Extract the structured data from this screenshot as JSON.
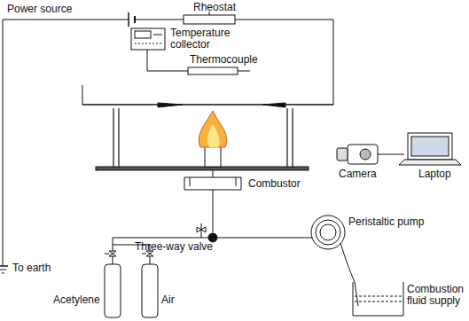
{
  "diagram": {
    "labels": [
      "Power source",
      "Rheostat",
      "Temperature collector",
      "Thermocouple",
      "Camera",
      "Laptop",
      "Combustor",
      "To earth",
      "Three-way valve",
      "Peristaltic pump",
      "Acetylene",
      "Air",
      "Combustion fluid supply"
    ]
  }
}
